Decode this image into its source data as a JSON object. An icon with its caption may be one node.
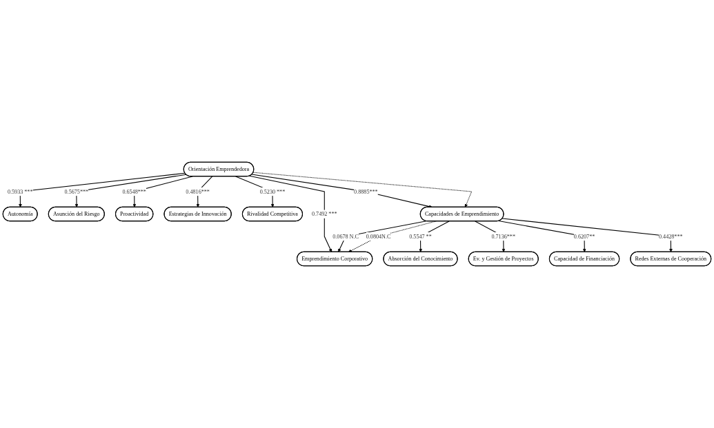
{
  "diagram": {
    "nodes": [
      {
        "text": [
          "Autonomía"
        ]
      },
      {
        "text": [
          "Asunción del Riesgo"
        ]
      },
      {
        "text": [
          "Proactividad"
        ]
      },
      {
        "text": [
          "Estrategias de Innovación"
        ]
      },
      {
        "text": [
          "Rivalidad Competitiva"
        ]
      },
      {
        "text": [
          "Orientación Emprendedora"
        ]
      },
      {
        "text": [
          "Emprendimiento Corporativo"
        ]
      },
      {
        "text": [
          "Capacidades de Emprendimiento"
        ]
      },
      {
        "text": [
          "Absorción del Conocimiento"
        ]
      },
      {
        "text": [
          "Ev. y Gestión de Proyectos"
        ]
      },
      {
        "text": [
          "Capacidad de Financiación"
        ]
      },
      {
        "text": [
          "Redes Externas de Cooperación"
        ]
      }
    ],
    "edges": [
      {
        "from": 5,
        "to": 0,
        "arrow": "to",
        "label": "0.5933 ***"
      },
      {
        "from": 5,
        "to": 1,
        "arrow": "to",
        "label": "0.5675***"
      },
      {
        "from": 5,
        "to": 2,
        "arrow": "to",
        "label": "0.6548***"
      },
      {
        "from": 5,
        "to": 3,
        "arrow": "to",
        "label": "0.4816***"
      },
      {
        "from": 5,
        "to": 4,
        "arrow": "to",
        "label": "0.5230 ***"
      },
      {
        "from": 5,
        "to": 6,
        "arrow": "to",
        "label": "0.7492 ***"
      },
      {
        "from": 5,
        "to": 7,
        "arrow": "to",
        "label": "0.8885***"
      },
      {
        "from": 5,
        "to": 7,
        "arrow": "to",
        "style": "dashed"
      },
      {
        "from": 7,
        "to": 6,
        "arrow": "to",
        "label": "0.0678 N.C"
      },
      {
        "from": 7,
        "to": 6,
        "arrow": "to",
        "style": "dashed",
        "label": "0.0804N.C"
      },
      {
        "from": 7,
        "to": 8,
        "arrow": "to",
        "label": "0.5547 **"
      },
      {
        "from": 7,
        "to": 9,
        "arrow": "to",
        "label": "0.7136***"
      },
      {
        "from": 7,
        "to": 10,
        "arrow": "to",
        "label": "0.6207**"
      },
      {
        "from": 7,
        "to": 11,
        "arrow": "to",
        "label": "0.4428***"
      }
    ]
  }
}
